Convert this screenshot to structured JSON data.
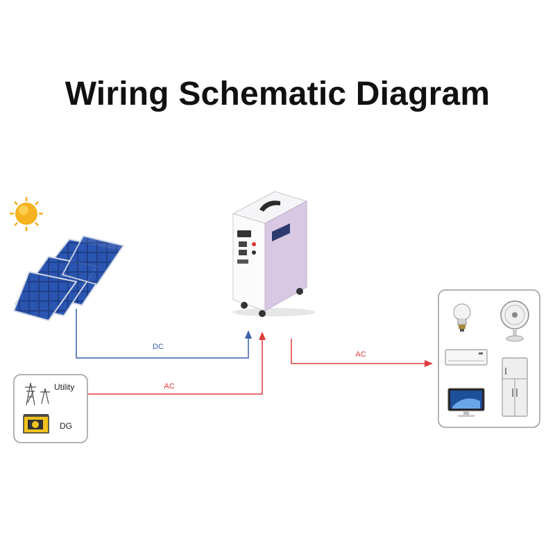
{
  "title": "Wiring Schematic Diagram",
  "labels": {
    "dc": "DC",
    "ac_in": "AC",
    "ac_out": "AC",
    "utility": "Utility",
    "dg": "DG"
  },
  "colors": {
    "dc_line": "#3a5fa8",
    "ac_line": "#e23a3a",
    "battery_face": "#d8c8e4",
    "panel": "#1f3f8a",
    "sun": "#f4a91a"
  },
  "icons": [
    "sun-icon",
    "solar-panel-icon",
    "battery-storage-unit",
    "utility-tower-icon",
    "generator-icon",
    "light-bulb-icon",
    "fan-icon",
    "air-conditioner-icon",
    "refrigerator-icon",
    "monitor-icon"
  ]
}
